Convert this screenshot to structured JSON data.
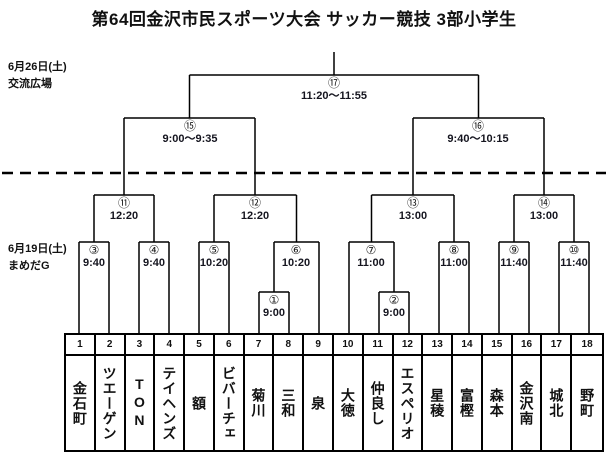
{
  "title": "第64回金沢市民スポーツ大会 サッカー競技 3部小学生",
  "annotations": {
    "final_day_date": "6月26日(土)",
    "final_day_venue": "交流広場",
    "first_day_date": "6月19日(土)",
    "first_day_venue": "まめだG"
  },
  "matches": [
    {
      "id": "①",
      "time": "9:00",
      "slots": [
        "team:7",
        "team:8"
      ]
    },
    {
      "id": "②",
      "time": "9:00",
      "slots": [
        "team:11",
        "team:12"
      ]
    },
    {
      "id": "③",
      "time": "9:40",
      "slots": [
        "team:1",
        "team:2"
      ]
    },
    {
      "id": "④",
      "time": "9:40",
      "slots": [
        "team:3",
        "team:4"
      ]
    },
    {
      "id": "⑤",
      "time": "10:20",
      "slots": [
        "team:5",
        "team:6"
      ]
    },
    {
      "id": "⑥",
      "time": "10:20",
      "slots": [
        "winner:①",
        "team:9"
      ]
    },
    {
      "id": "⑦",
      "time": "11:00",
      "slots": [
        "team:10",
        "winner:②"
      ]
    },
    {
      "id": "⑧",
      "time": "11:00",
      "slots": [
        "team:13",
        "team:14"
      ]
    },
    {
      "id": "⑨",
      "time": "11:40",
      "slots": [
        "team:15",
        "team:16"
      ]
    },
    {
      "id": "⑩",
      "time": "11:40",
      "slots": [
        "team:17",
        "team:18"
      ]
    },
    {
      "id": "⑪",
      "time": "12:20",
      "slots": [
        "winner:③",
        "winner:④"
      ]
    },
    {
      "id": "⑫",
      "time": "12:20",
      "slots": [
        "winner:⑤",
        "winner:⑥"
      ]
    },
    {
      "id": "⑬",
      "time": "13:00",
      "slots": [
        "winner:⑦",
        "winner:⑧"
      ]
    },
    {
      "id": "⑭",
      "time": "13:00",
      "slots": [
        "winner:⑨",
        "winner:⑩"
      ]
    },
    {
      "id": "⑮",
      "time": "9:00～9:35",
      "slots": [
        "winner:⑪",
        "winner:⑫"
      ]
    },
    {
      "id": "⑯",
      "time": "9:40～10:15",
      "slots": [
        "winner:⑬",
        "winner:⑭"
      ]
    },
    {
      "id": "⑰",
      "time": "11:20～11:55",
      "slots": [
        "winner:⑮",
        "winner:⑯"
      ]
    }
  ],
  "teams": [
    {
      "no": "1",
      "name": "金石町"
    },
    {
      "no": "2",
      "name": "ツエーゲン"
    },
    {
      "no": "3",
      "name": "TON"
    },
    {
      "no": "4",
      "name": "テイヘンズ"
    },
    {
      "no": "5",
      "name": "額"
    },
    {
      "no": "6",
      "name": "ビバーチェ"
    },
    {
      "no": "7",
      "name": "菊川"
    },
    {
      "no": "8",
      "name": "三和"
    },
    {
      "no": "9",
      "name": "泉"
    },
    {
      "no": "10",
      "name": "大徳"
    },
    {
      "no": "11",
      "name": "仲良し"
    },
    {
      "no": "12",
      "name": "エスペリオ"
    },
    {
      "no": "13",
      "name": "星稜"
    },
    {
      "no": "14",
      "name": "富樫"
    },
    {
      "no": "15",
      "name": "森本"
    },
    {
      "no": "16",
      "name": "金沢南"
    },
    {
      "no": "17",
      "name": "城北"
    },
    {
      "no": "18",
      "name": "野町"
    }
  ],
  "colors": {
    "line": "#000000",
    "text": "#111111"
  }
}
